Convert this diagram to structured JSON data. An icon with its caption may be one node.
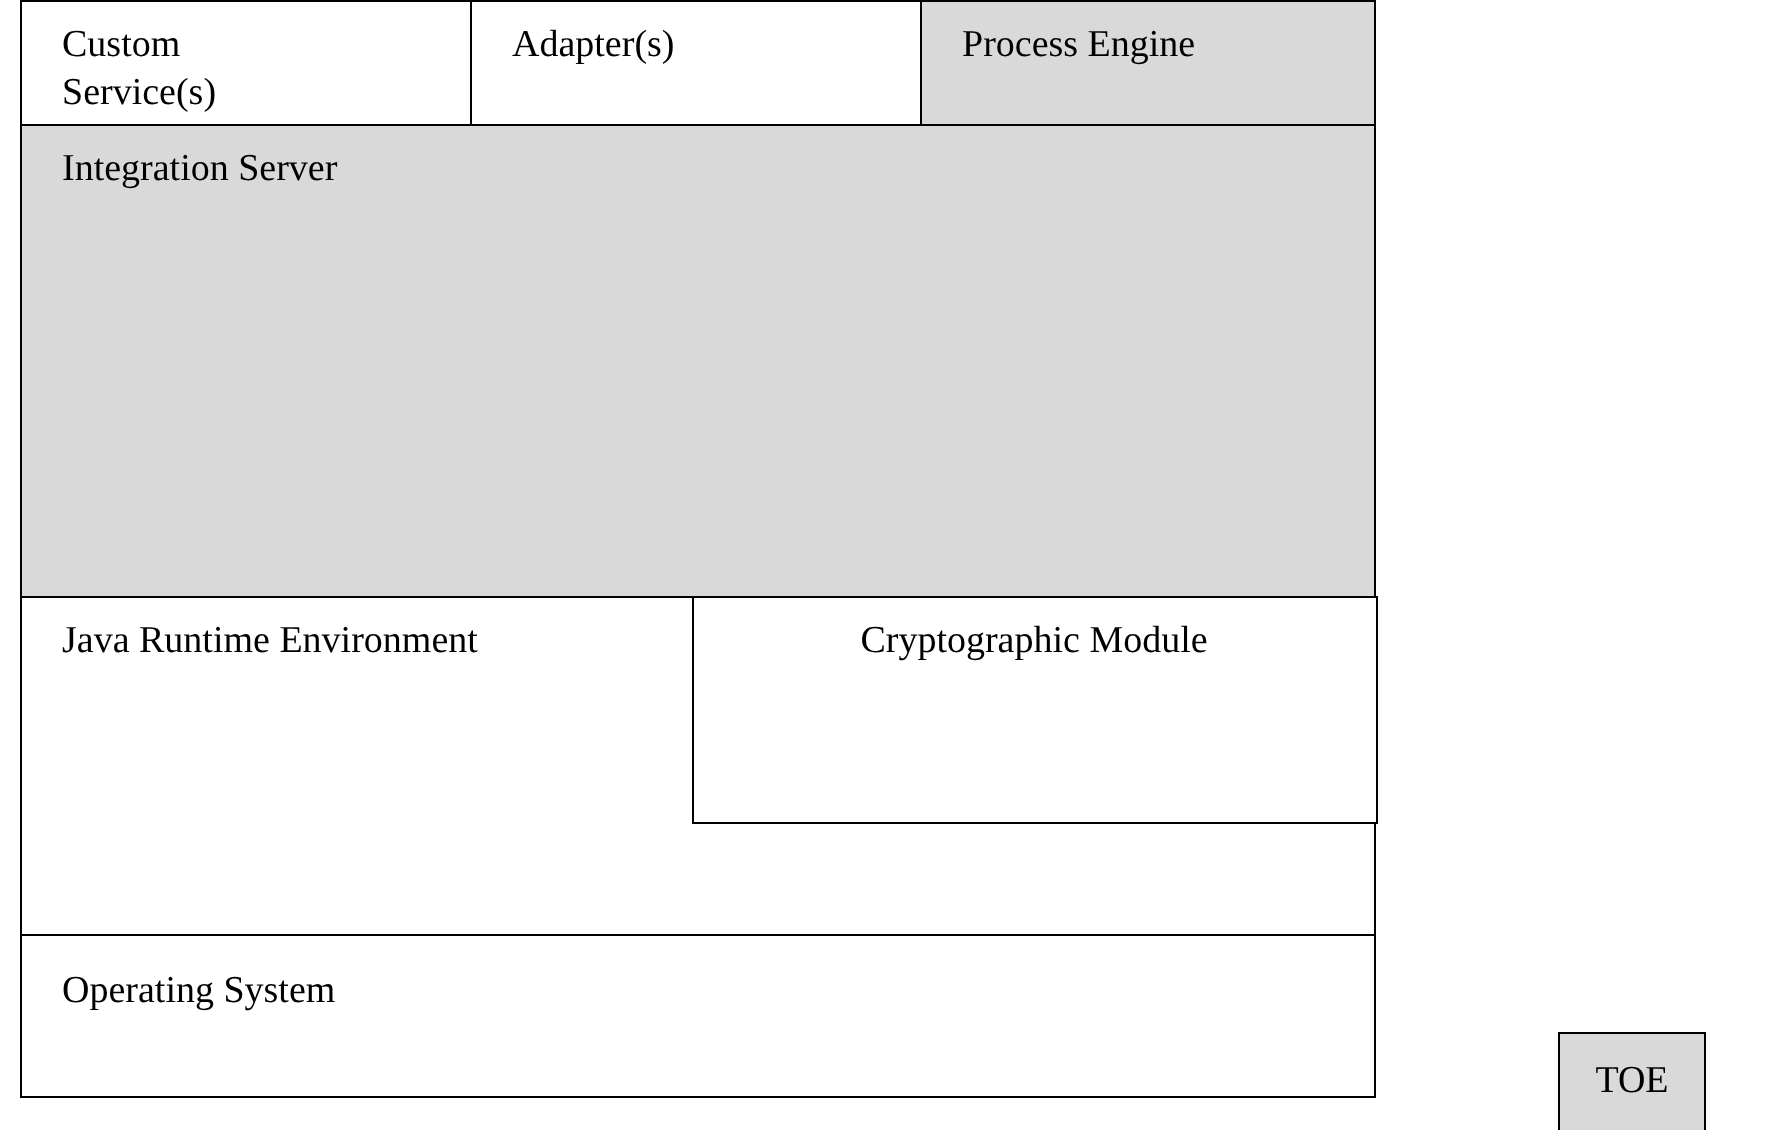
{
  "diagram": {
    "nodes": [
      {
        "text": [
          "Custom Service(s)"
        ]
      },
      {
        "text": [
          "Adapter(s)"
        ]
      },
      {
        "text": [
          "Process Engine"
        ]
      },
      {
        "text": [
          "Integration Server"
        ]
      },
      {
        "text": [
          "Java Runtime Environment"
        ]
      },
      {
        "text": [
          "Cryptographic Module"
        ],
        "in": 4
      },
      {
        "text": [
          "Operating System"
        ]
      }
    ],
    "legend": [
      {
        "text": "TOE",
        "color": "#d9d9d9"
      }
    ]
  }
}
